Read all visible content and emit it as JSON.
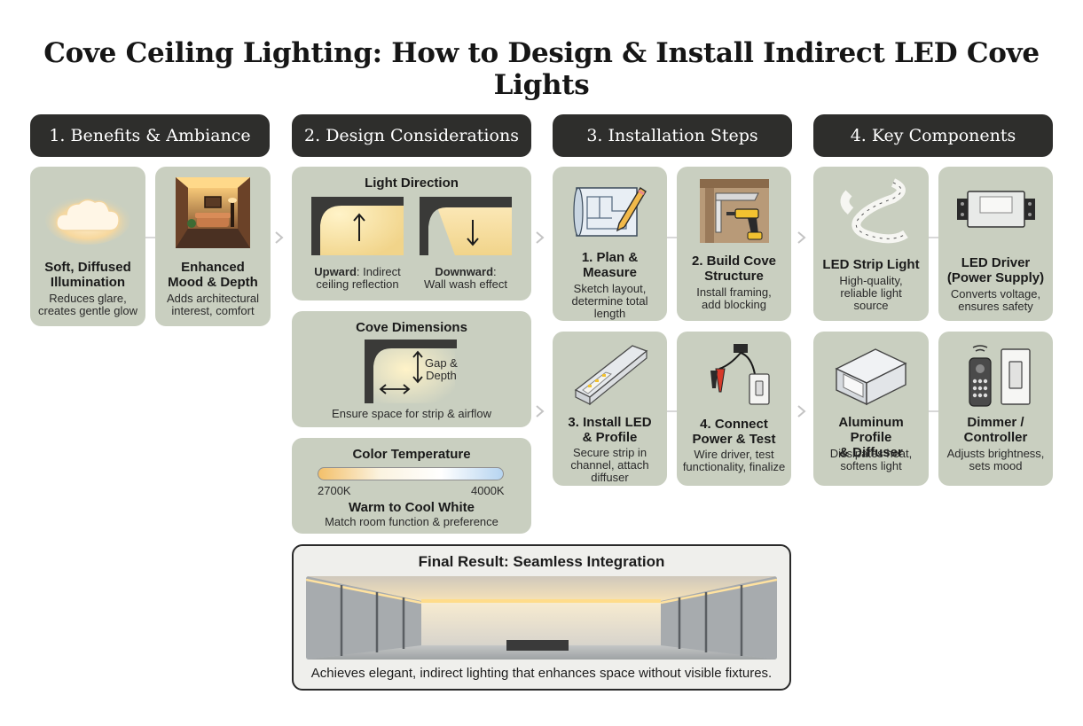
{
  "title": "Cove Ceiling Lighting: How to Design & Install Indirect LED Cove Lights",
  "colors": {
    "header_bg": "#2e2e2c",
    "card_bg": "#c9cfc0",
    "warm": "#f3c06a",
    "cool": "#b6d4f0"
  },
  "sections": {
    "benefits": {
      "header": "1. Benefits & Ambiance",
      "soft": {
        "title": "Soft, Diffused\nIllumination",
        "desc": "Reduces glare,\ncreates gentle glow",
        "icon": "cloud-glow-icon"
      },
      "mood": {
        "title": "Enhanced\nMood & Depth",
        "desc": "Adds architectural\ninterest, comfort",
        "icon": "living-room-icon"
      }
    },
    "design": {
      "header": "2. Design Considerations",
      "direction": {
        "title": "Light Direction",
        "upward_label": "Upward",
        "upward_desc": ": Indirect",
        "upward_desc2": "ceiling reflection",
        "downward_label": "Downward",
        "downward_desc": ":",
        "downward_desc2": "Wall wash effect"
      },
      "dimensions": {
        "title": "Cove Dimensions",
        "gap": "Gap &\nDepth",
        "desc": "Ensure space for strip & airflow"
      },
      "color_temp": {
        "title": "Color Temperature",
        "min": "2700K",
        "max": "4000K",
        "subtitle": "Warm to Cool White",
        "desc": "Match room function & preference"
      }
    },
    "installation": {
      "header": "3. Installation Steps",
      "plan": {
        "title": "1. Plan &\nMeasure",
        "desc": "Sketch layout,\ndetermine total\nlength",
        "icon": "blueprint-pencil-icon"
      },
      "build": {
        "title": "2. Build Cove\nStructure",
        "desc": "Install framing,\nadd blocking",
        "icon": "drill-framing-icon"
      },
      "install": {
        "title": "3. Install LED\n& Profile",
        "desc": "Secure strip in\nchannel, attach\ndiffuser",
        "icon": "led-channel-icon"
      },
      "connect": {
        "title": "4. Connect\nPower & Test",
        "desc": "Wire driver, test\nfunctionality, finalize",
        "icon": "wiring-switch-icon"
      }
    },
    "components": {
      "header": "4. Key Components",
      "strip": {
        "title": "LED Strip Light",
        "desc": "High-quality,\nreliable light\nsource",
        "icon": "led-strip-icon"
      },
      "driver": {
        "title": "LED Driver\n(Power Supply)",
        "desc": "Converts voltage,\nensures safety",
        "icon": "power-driver-icon"
      },
      "profile": {
        "title": "Aluminum Profile\n& Diffuser",
        "desc": "Dissipates heat,\nsoftens light",
        "icon": "aluminum-profile-icon"
      },
      "dimmer": {
        "title": "Dimmer /\nController",
        "desc": "Adjusts brightness,\nsets mood",
        "icon": "remote-dimmer-icon"
      }
    }
  },
  "final": {
    "title": "Final Result: Seamless Integration",
    "caption": "Achieves elegant, indirect lighting that enhances space without visible fixtures."
  }
}
